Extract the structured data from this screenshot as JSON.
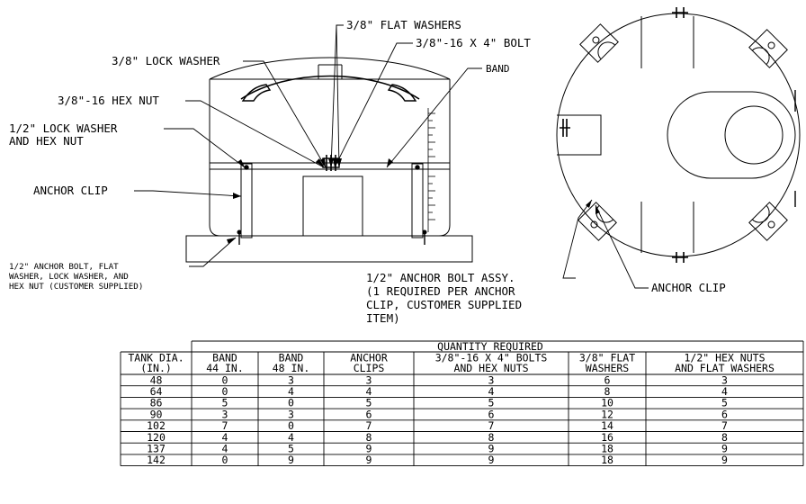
{
  "colors": {
    "line": "#000000",
    "background": "#ffffff"
  },
  "callouts": {
    "flat_washers": "3/8\" FLAT WASHERS",
    "bolt": "3/8\"-16 X 4\" BOLT",
    "lock_washer": "3/8\" LOCK WASHER",
    "band": "BAND",
    "hex_nut": "3/8\"-16 HEX NUT",
    "half_lock_washer_1": "1/2\" LOCK WASHER",
    "half_lock_washer_2": "AND HEX NUT",
    "anchor_clip_left": "ANCHOR CLIP",
    "anchor_bolt_left_1": "1/2\" ANCHOR BOLT, FLAT",
    "anchor_bolt_left_2": "WASHER, LOCK WASHER, AND",
    "anchor_bolt_left_3": "HEX NUT (CUSTOMER SUPPLIED)",
    "anchor_bolt_assy_1": "1/2\" ANCHOR BOLT ASSY.",
    "anchor_bolt_assy_2": "(1 REQUIRED PER ANCHOR",
    "anchor_bolt_assy_3": "CLIP, CUSTOMER SUPPLIED",
    "anchor_bolt_assy_4": "ITEM)",
    "anchor_clip_right": "ANCHOR CLIP"
  },
  "table": {
    "group_header": "QUANTITY REQUIRED",
    "headers": [
      [
        "TANK DIA.",
        "(IN.)"
      ],
      [
        "BAND",
        "44 IN."
      ],
      [
        "BAND",
        "48 IN."
      ],
      [
        "ANCHOR",
        "CLIPS"
      ],
      [
        "3/8\"-16 X 4\" BOLTS",
        "AND HEX NUTS"
      ],
      [
        "3/8\" FLAT",
        "WASHERS"
      ],
      [
        "1/2\" HEX NUTS",
        "AND FLAT WASHERS"
      ]
    ],
    "rows": [
      [
        "48",
        "0",
        "3",
        "3",
        "3",
        "6",
        "3"
      ],
      [
        "64",
        "0",
        "4",
        "4",
        "4",
        "8",
        "4"
      ],
      [
        "86",
        "5",
        "0",
        "5",
        "5",
        "10",
        "5"
      ],
      [
        "90",
        "3",
        "3",
        "6",
        "6",
        "12",
        "6"
      ],
      [
        "102",
        "7",
        "0",
        "7",
        "7",
        "14",
        "7"
      ],
      [
        "120",
        "4",
        "4",
        "8",
        "8",
        "16",
        "8"
      ],
      [
        "137",
        "4",
        "5",
        "9",
        "9",
        "18",
        "9"
      ],
      [
        "142",
        "0",
        "9",
        "9",
        "9",
        "18",
        "9"
      ]
    ]
  }
}
